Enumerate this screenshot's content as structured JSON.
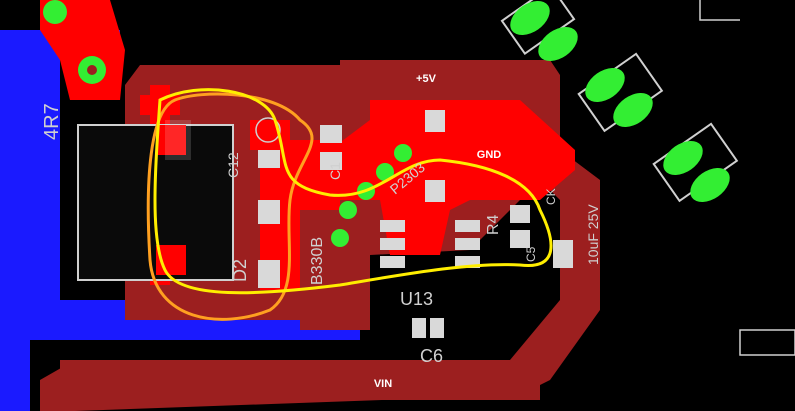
{
  "net_labels": {
    "plus5v": "+5V",
    "gnd": "GND",
    "vin": "VIN"
  },
  "silkscreen": {
    "inductor_value": "4R7",
    "c12": "C12",
    "d2": "D2",
    "b330b": "B330B",
    "c_small": "C1",
    "p2303": "P2303",
    "r4": "R4",
    "cap_value": "10uF 25V",
    "u13": "U13",
    "c6": "C6",
    "c5": "C5",
    "ck": "CK"
  },
  "colors": {
    "background": "#000000",
    "top_copper": "#ff0000",
    "pour": "#9c1f1f",
    "bottom_copper": "#1a1aff",
    "pad": "#ffffff",
    "via_pad": "#33ee33",
    "outline": "#d0d0d0",
    "highlight_yellow": "#ffee00",
    "highlight_orange": "#ffa020"
  }
}
